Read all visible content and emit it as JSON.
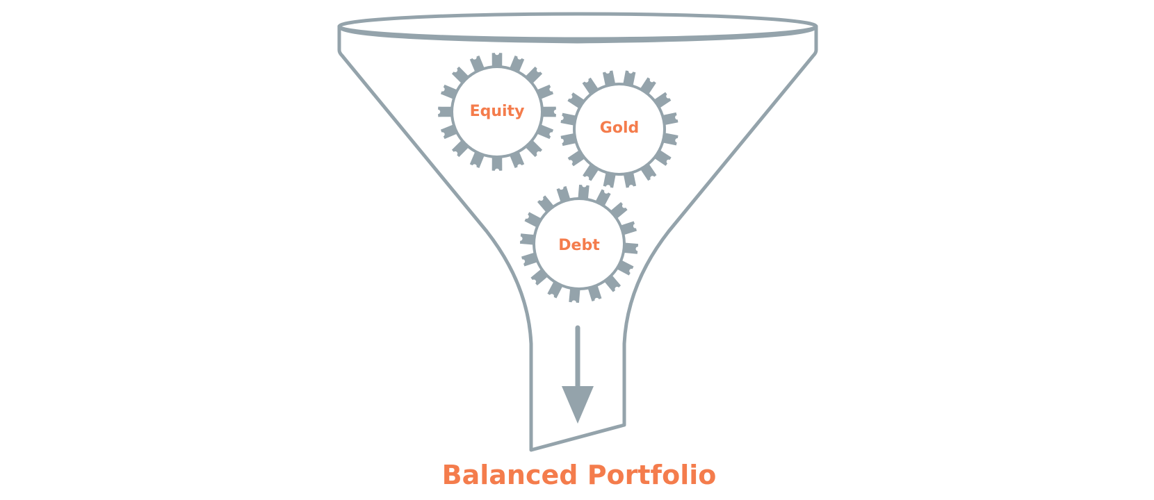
{
  "colors": {
    "stroke": "#94a3ab",
    "accent": "#f47c4c",
    "background": "#ffffff"
  },
  "gears": [
    {
      "label": "Equity"
    },
    {
      "label": "Gold"
    },
    {
      "label": "Debt"
    }
  ],
  "result": {
    "label": "Balanced Portfolio"
  },
  "icons": {
    "funnel": "funnel-icon",
    "gear": "gear-icon",
    "arrow": "arrow-down-icon"
  }
}
